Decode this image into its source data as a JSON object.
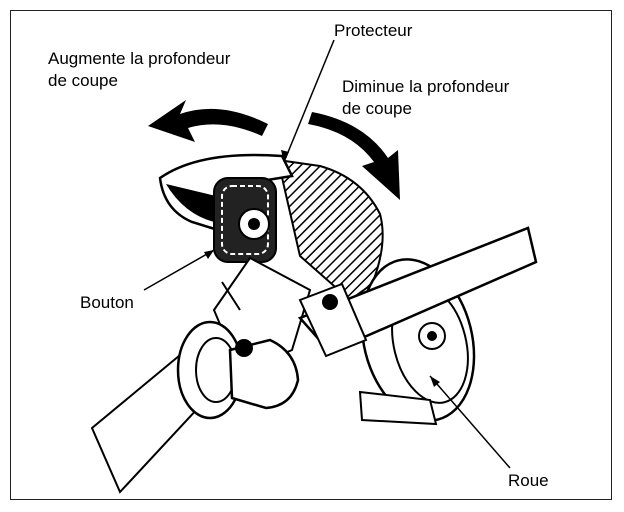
{
  "labels": {
    "increase_line1": "Augmente la profondeur",
    "increase_line2": "de coupe",
    "decrease_line1": "Diminue la profondeur",
    "decrease_line2": "de coupe",
    "guard": "Protecteur",
    "knob": "Bouton",
    "wheel": "Roue"
  }
}
